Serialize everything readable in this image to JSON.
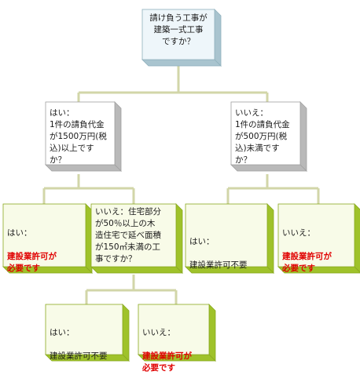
{
  "root": {
    "text": "請け負う工事が\n建築一式工事\nですか？"
  },
  "yes1": {
    "text": "はい：\n1件の請負代金\nが1500万円(税\n込)以上です\nか？"
  },
  "no1": {
    "text": "いいえ：\n1件の請負代金\nが500万円(税\n込)未満です\nか？"
  },
  "yes1_yes": {
    "label": "はい：",
    "result": "建設業許可が\n必要です"
  },
  "yes1_no": {
    "text": "いいえ：住宅部分\nが50％以上の木\n造住宅で延べ面積\nが150㎡未満の工\n事ですか？"
  },
  "no1_yes": {
    "label": "はい：",
    "result": "建設業許可不要"
  },
  "no1_no": {
    "label": "いいえ：",
    "result": "建設業許可が\n必要です"
  },
  "yn_yes": {
    "label": "はい：",
    "result": "建設業許可不要"
  },
  "yn_no": {
    "label": "いいえ：",
    "result": "建設業許可が\n必要です"
  },
  "colors": {
    "blue_face": "#eef6fa",
    "blue_side": "#a9c4cf",
    "blue_edge": "#8fb0bc",
    "gray_face": "#ffffff",
    "gray_side": "#b9b9b9",
    "gray_edge": "#a0a0a0",
    "green_face": "#f8fbe8",
    "green_side": "#9fc22a",
    "green_edge": "#89a820",
    "line": "#d2d6a8",
    "result_red": "#e00000"
  }
}
